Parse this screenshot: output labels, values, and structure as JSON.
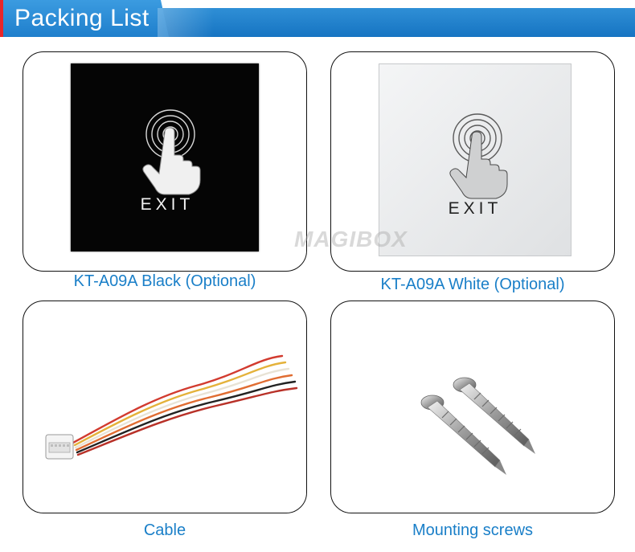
{
  "header": {
    "title": "Packing List"
  },
  "watermark": "MAGIBOX",
  "items": [
    {
      "caption": "KT-A09A Black (Optional)",
      "panel_label": "EXIT",
      "panel_color": "#050505",
      "icon": "touch-hand-icon"
    },
    {
      "caption": "KT-A09A White (Optional)",
      "panel_label": "EXIT",
      "panel_color": "#e6e8e9",
      "icon": "touch-hand-icon"
    },
    {
      "caption": "Cable",
      "icon": "cable-connector-icon"
    },
    {
      "caption": "Mounting screws",
      "icon": "screw-icon"
    }
  ],
  "colors": {
    "accent": "#1a7fc8",
    "header_blue": "#1f7fcc",
    "header_red": "#e8262a"
  }
}
